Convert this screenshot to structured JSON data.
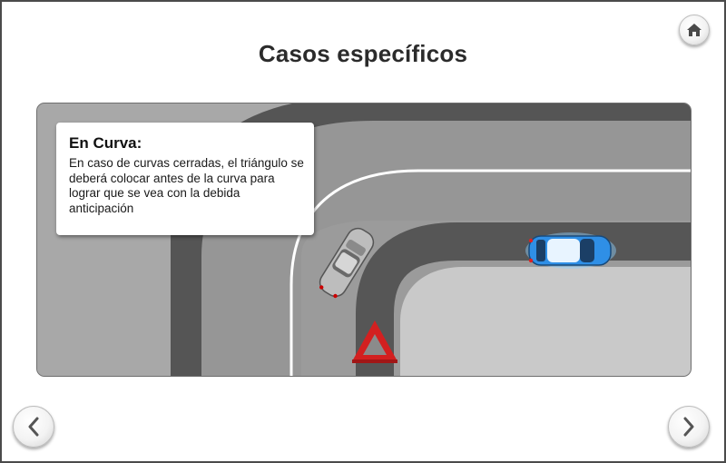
{
  "header": {
    "title": "Casos específicos",
    "home_icon": "home-icon"
  },
  "card": {
    "title": "En Curva:",
    "body": "En caso de curvas cerradas, el triángulo se deberá colocar antes de la curva para lograr que se vea con la debida anticipación"
  },
  "navigation": {
    "prev_icon": "chevron-left-icon",
    "next_icon": "chevron-right-icon"
  },
  "scene": {
    "elements": [
      "road-curve",
      "silver-car",
      "blue-car",
      "warning-triangle-icon"
    ],
    "colors": {
      "road": "#565656",
      "lane": "#9c9c9c",
      "shoulder": "#c8c8c8",
      "triangle": "#d32020",
      "blue_car": "#2f8fe6",
      "silver_car": "#bdbdbd"
    }
  }
}
